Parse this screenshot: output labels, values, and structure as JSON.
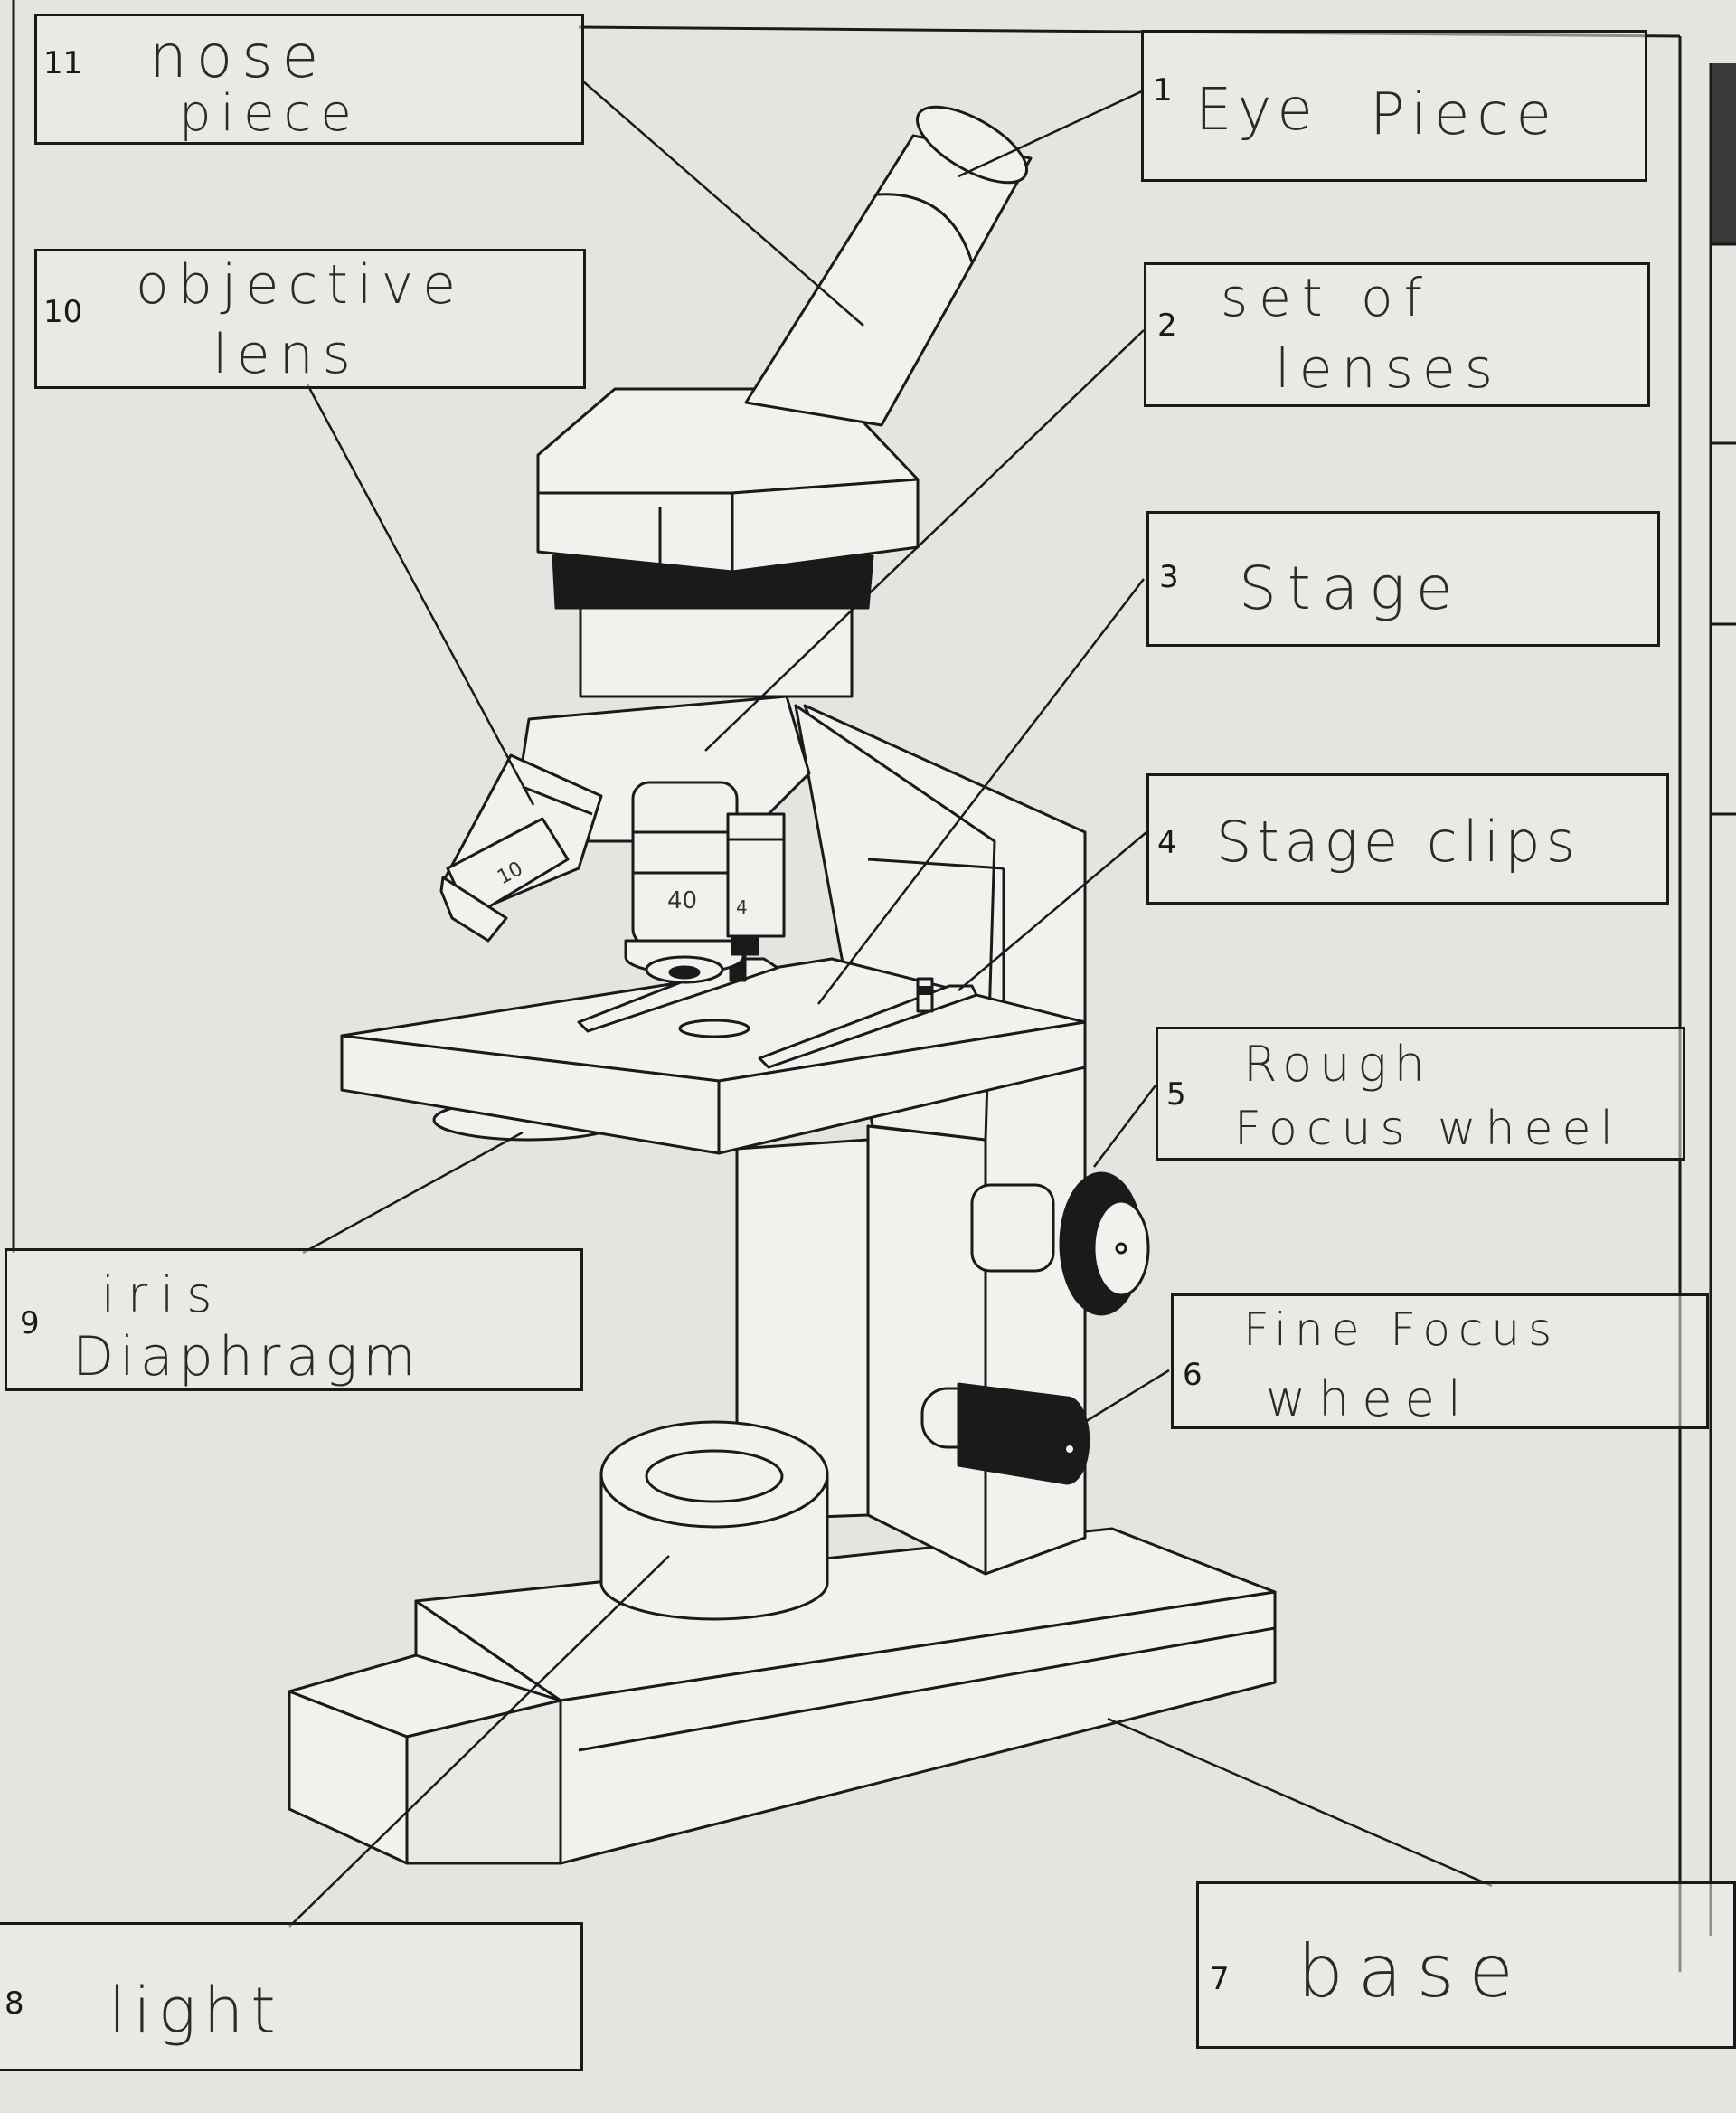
{
  "labels": [
    {
      "num": "1",
      "lines": [
        "Eye",
        "Piece"
      ]
    },
    {
      "num": "2",
      "lines": [
        "set of",
        "lenses"
      ]
    },
    {
      "num": "3",
      "lines": [
        "Stage"
      ]
    },
    {
      "num": "4",
      "lines": [
        "Stage clips"
      ]
    },
    {
      "num": "5",
      "lines": [
        "Rough",
        "Focus wheel"
      ]
    },
    {
      "num": "6",
      "lines": [
        "Fine Focus",
        "wheel"
      ]
    },
    {
      "num": "7",
      "lines": [
        "base"
      ]
    },
    {
      "num": "8",
      "lines": [
        "light"
      ]
    },
    {
      "num": "9",
      "lines": [
        "iris",
        "Diaphragm"
      ]
    },
    {
      "num": "10",
      "lines": [
        "objective",
        "lens"
      ]
    },
    {
      "num": "11",
      "lines": [
        "nose",
        "piece"
      ]
    }
  ],
  "objective_marks": {
    "low": "10",
    "high": "40",
    "scan": "4"
  }
}
